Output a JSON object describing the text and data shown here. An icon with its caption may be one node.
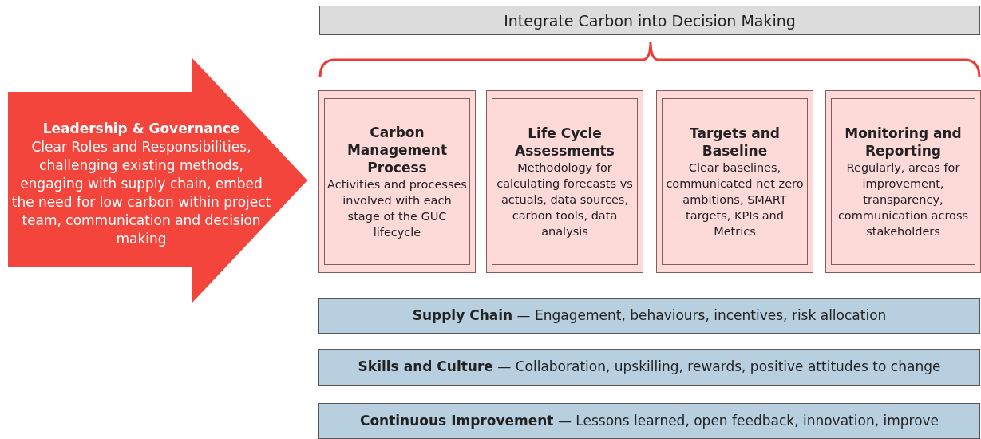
{
  "diagram": {
    "nodes": [
      {
        "text": [
          "Leadership & Governance",
          "Clear Roles and Responsibilities, challenging existing methods, engaging with supply chain, embed the need for low carbon within project team, communication and decision making"
        ]
      },
      {
        "text": [
          "Integrate Carbon into Decision Making"
        ]
      },
      {
        "text": [
          "Carbon Management Process",
          "Activities and processes involved with each stage of the GUC lifecycle"
        ]
      },
      {
        "text": [
          "Life Cycle Assessments",
          "Methodology for calculating forecasts vs actuals, data sources, carbon tools, data analysis"
        ]
      },
      {
        "text": [
          "Targets and Baseline",
          "Clear baselines, communicated net zero ambitions, SMART targets, KPIs and Metrics"
        ]
      },
      {
        "text": [
          "Monitoring and Reporting",
          "Regularly, areas for improvement, transparency, communication across stakeholders"
        ]
      },
      {
        "text": [
          "**Supply Chain** — Engagement, behaviours, incentives, risk allocation"
        ]
      },
      {
        "text": [
          "**Skills and Culture** — Collaboration, upskilling, rewards, positive attitudes to change"
        ]
      },
      {
        "text": [
          "**Continuous Improvement** — Lessons learned, open feedback, innovation, improve"
        ]
      }
    ],
    "edges": []
  }
}
